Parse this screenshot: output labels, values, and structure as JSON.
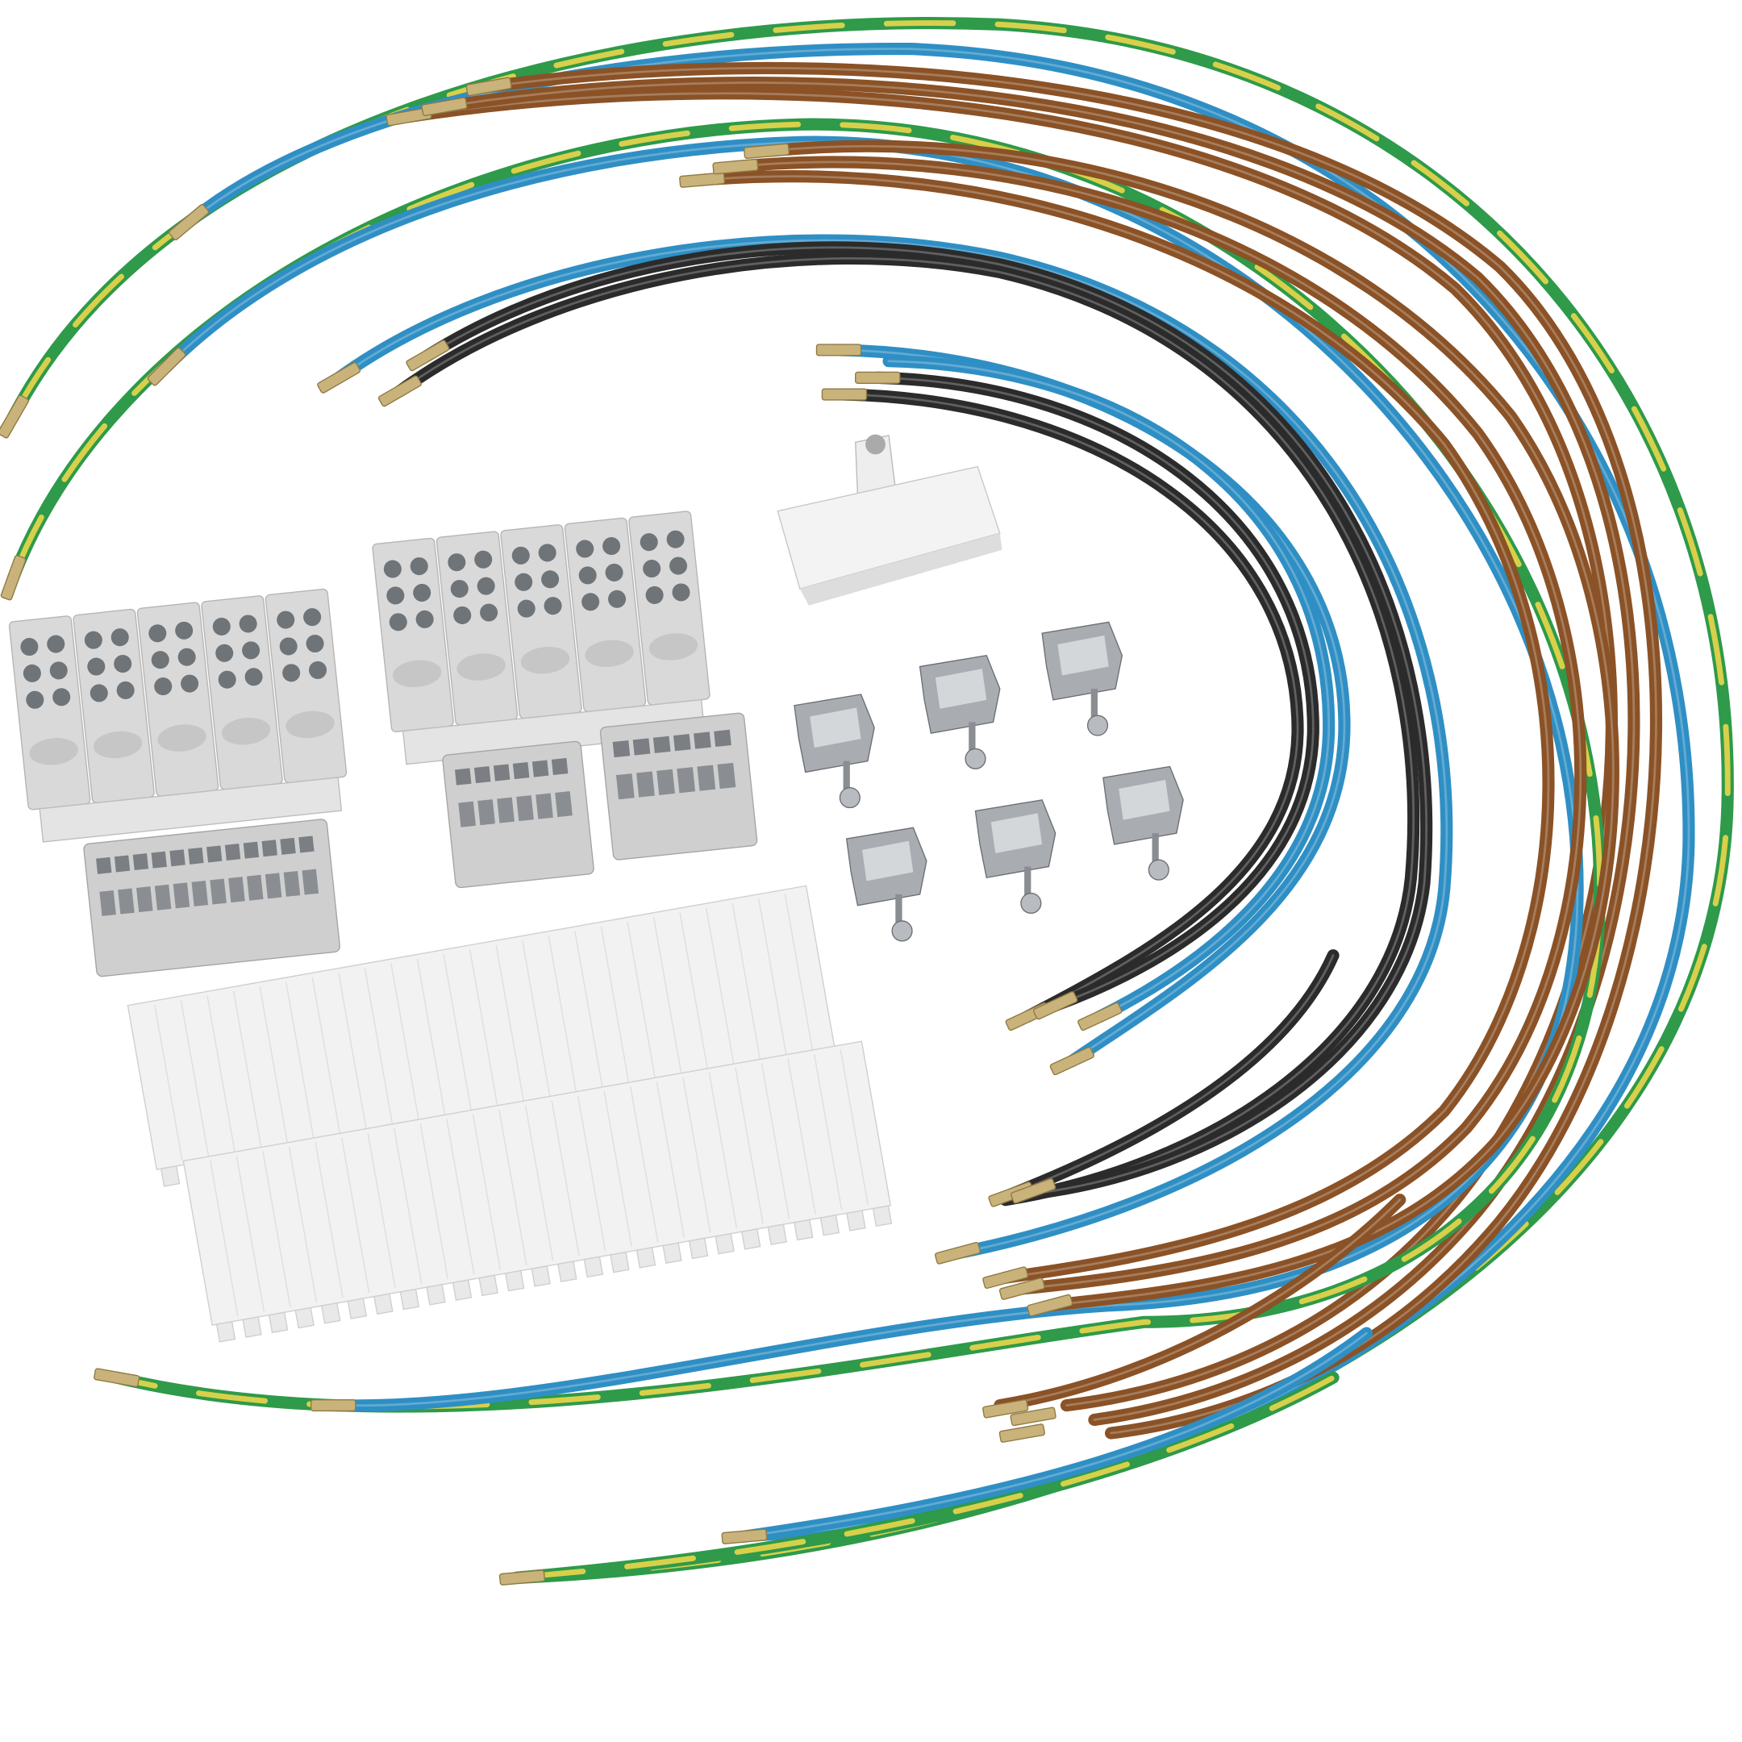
{
  "colors": {
    "background": "#ffffff",
    "earth_green": "#2e9a4a",
    "earth_yellow": "#d8d04a",
    "neutral_blue": "#2f8fc4",
    "phase_brown": "#8a5226",
    "phase_black": "#2b2b2b",
    "ferrule_brass": "#c9b37a",
    "terminal_grey": "#d9d9d9",
    "comb_white": "#f2f2f2",
    "clamp_steel": "#a9adb2"
  },
  "parts": {
    "distribution_blocks": 2,
    "terminal_strips": 3,
    "mounting_clamps": 6,
    "comb_covers": 2,
    "rail_holder": 1
  }
}
